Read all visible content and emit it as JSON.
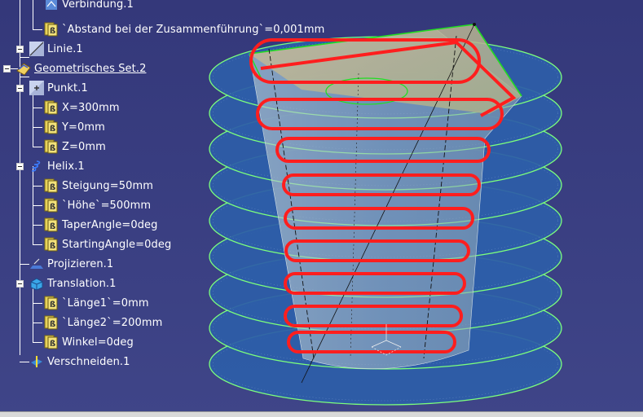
{
  "tree": {
    "items": [
      {
        "label": "Verbindung.1",
        "icon": "connect-icon"
      },
      {
        "label": "`Abstand bei der Zusammenführung`=0,001mm",
        "icon": "parameter-icon"
      },
      {
        "label": "Linie.1",
        "icon": "line-icon"
      },
      {
        "label": "Geometrisches Set.2",
        "icon": "geometrical-set-icon"
      },
      {
        "label": "Punkt.1",
        "icon": "point-icon"
      },
      {
        "label": "X=300mm",
        "icon": "parameter-icon"
      },
      {
        "label": "Y=0mm",
        "icon": "parameter-icon"
      },
      {
        "label": "Z=0mm",
        "icon": "parameter-icon"
      },
      {
        "label": "Helix.1",
        "icon": "helix-icon"
      },
      {
        "label": "Steigung=50mm",
        "icon": "parameter-icon"
      },
      {
        "label": "`Höhe`=500mm",
        "icon": "parameter-icon"
      },
      {
        "label": "TaperAngle=0deg",
        "icon": "parameter-icon"
      },
      {
        "label": "StartingAngle=0deg",
        "icon": "parameter-icon"
      },
      {
        "label": "Projizieren.1",
        "icon": "projection-icon"
      },
      {
        "label": "Translation.1",
        "icon": "translation-icon"
      },
      {
        "label": "`Länge1`=0mm",
        "icon": "parameter-icon"
      },
      {
        "label": "`Länge2`=200mm",
        "icon": "parameter-icon"
      },
      {
        "label": "Winkel=0deg",
        "icon": "parameter-icon"
      },
      {
        "label": "Verschneiden.1",
        "icon": "intersection-icon"
      }
    ]
  },
  "viewport": {
    "colors": {
      "background": "#363a7a",
      "disc_fill": "#2d5ea8",
      "disc_edge": "#7cff7c",
      "helix": "#ff1e1e",
      "surface": "#9fb4c2",
      "selection_green": "#22dd22"
    }
  }
}
